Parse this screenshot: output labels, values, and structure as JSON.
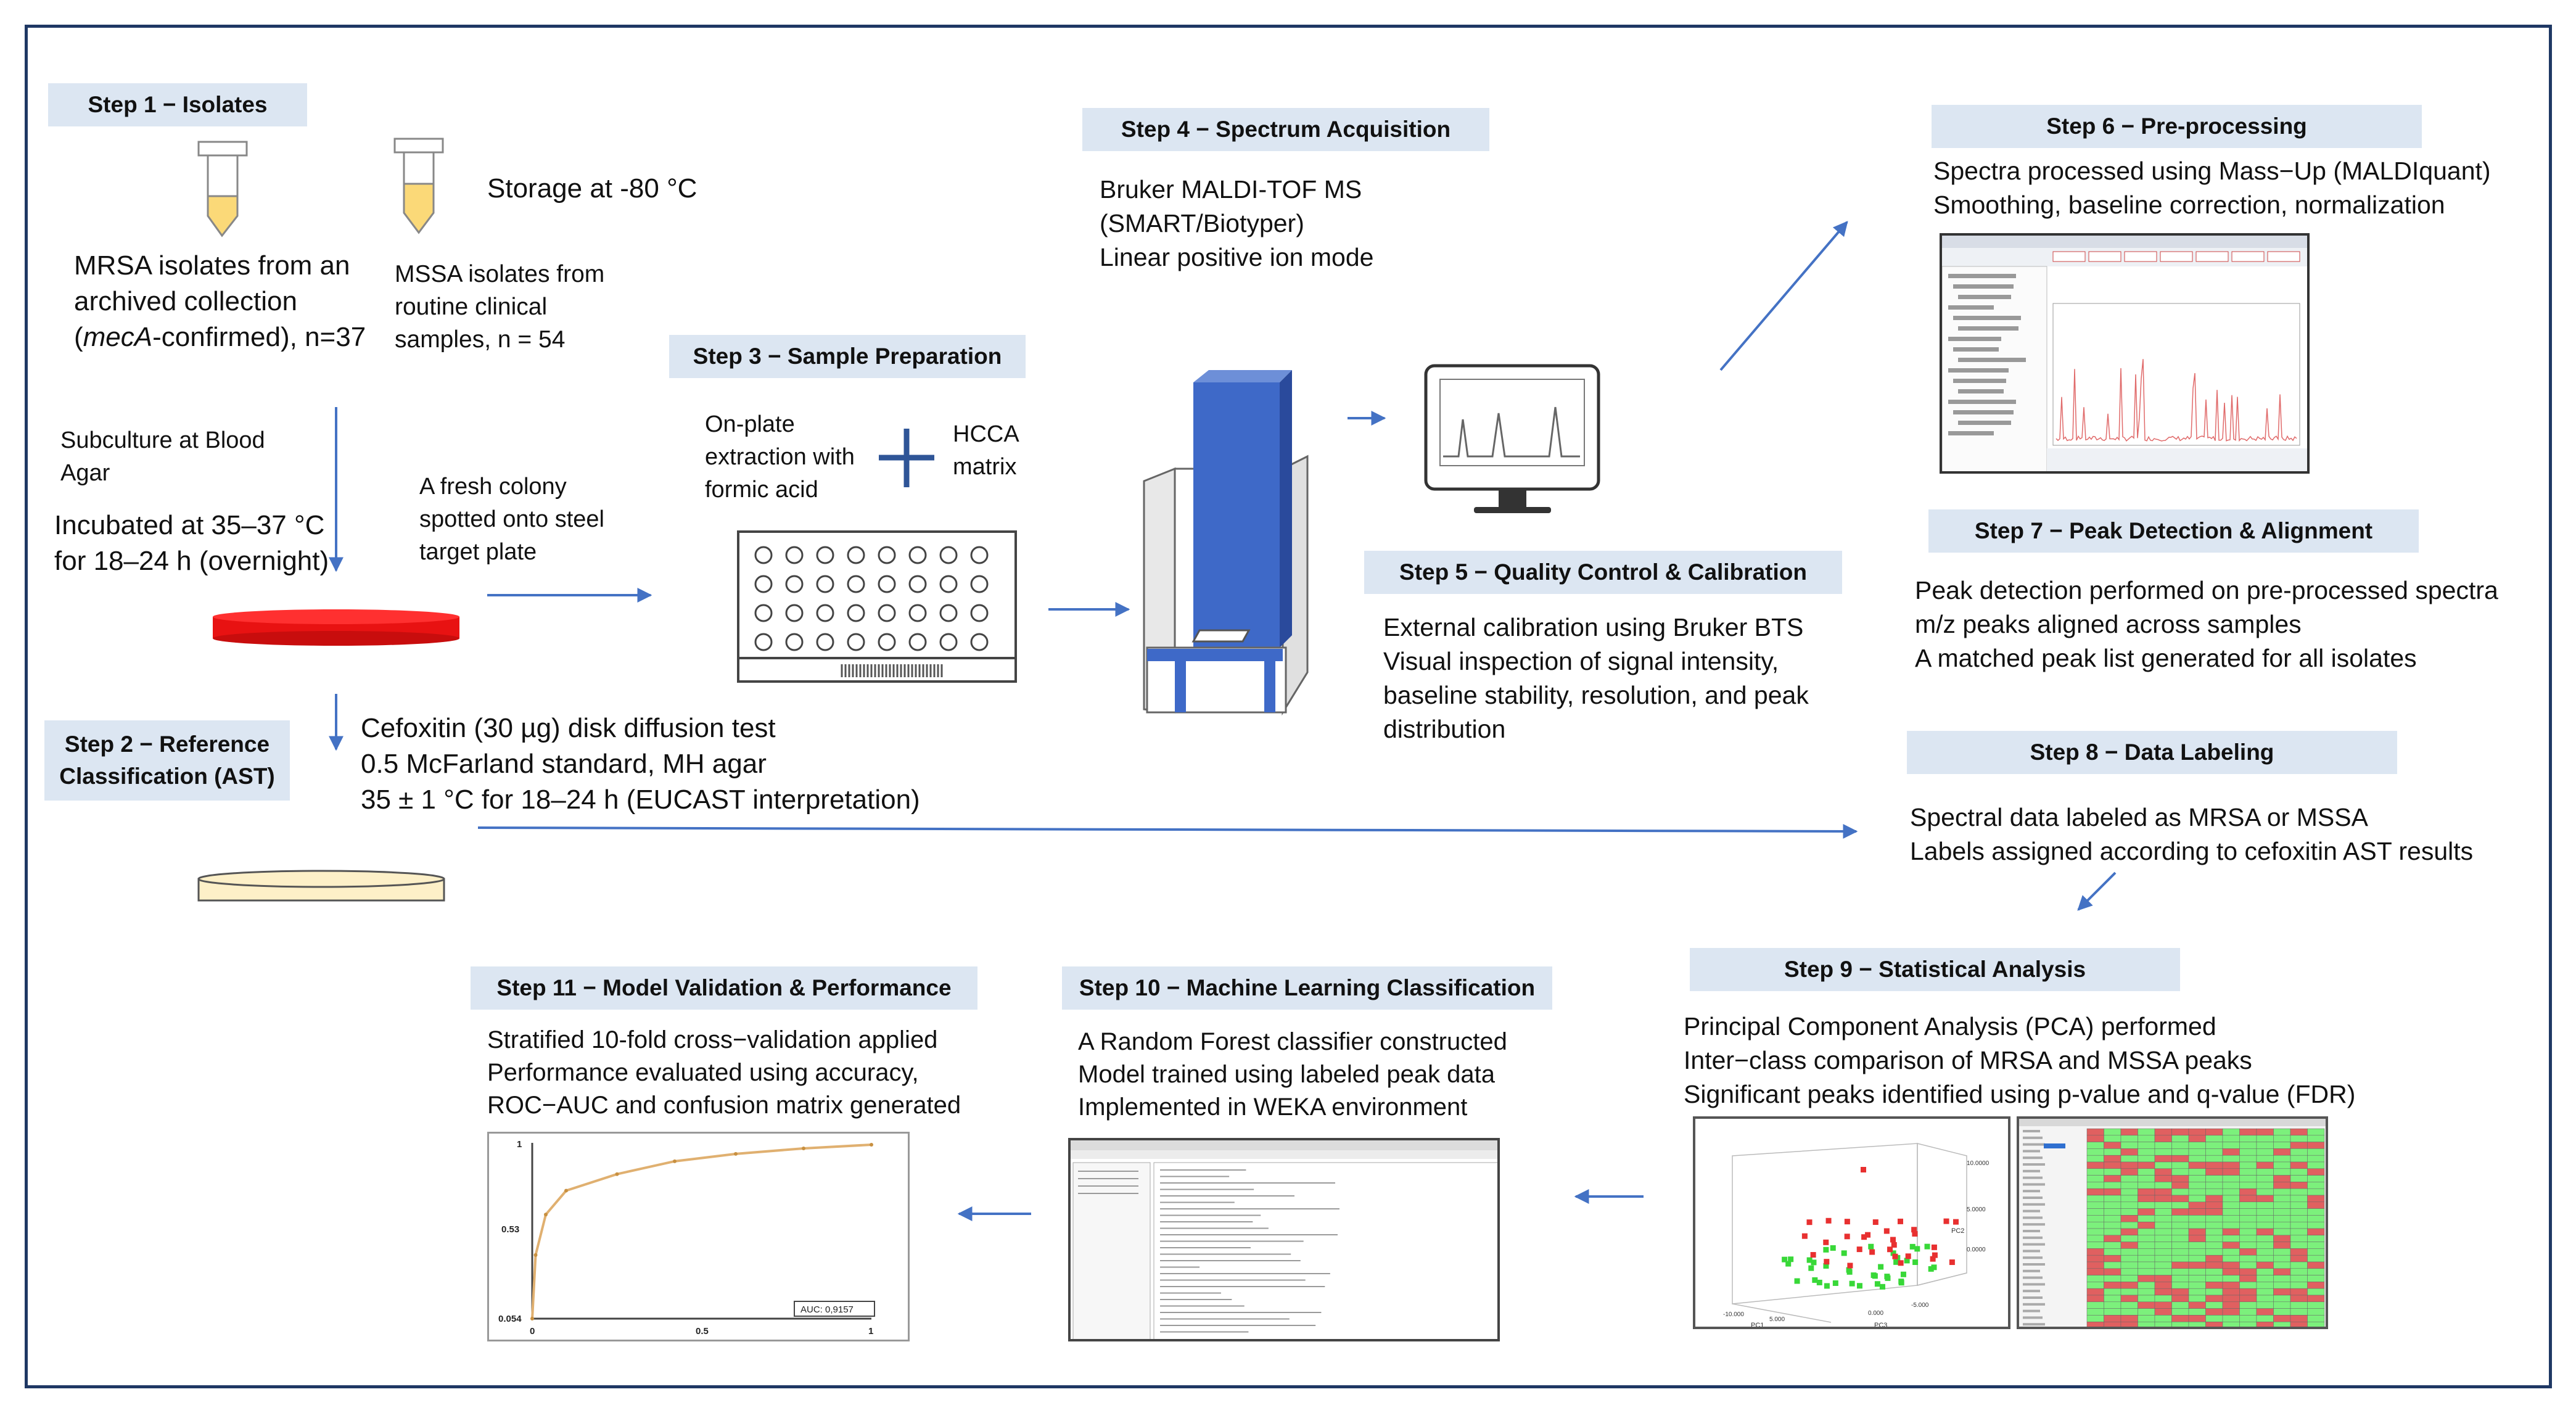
{
  "colors": {
    "header_bg": "#dce6f2",
    "frame": "#1f3864",
    "arrow": "#4472c4",
    "petri_red": "#e81212",
    "petri_cream": "#fdf0c8",
    "tube_fill": "#fbd978",
    "instrument_blue": "#3e69c8",
    "heatmap_green": "#7cf07c",
    "heatmap_red": "#e06060"
  },
  "steps": {
    "s1": {
      "title": "Step 1 − Isolates"
    },
    "s2": {
      "title": "Step 2 − Reference Classification (AST)"
    },
    "s3": {
      "title": "Step 3 − Sample Preparation"
    },
    "s4": {
      "title": "Step 4 − Spectrum Acquisition"
    },
    "s5": {
      "title": "Step 5 − Quality Control & Calibration"
    },
    "s6": {
      "title": "Step 6 − Pre-processing"
    },
    "s7": {
      "title": "Step 7 − Peak Detection & Alignment"
    },
    "s8": {
      "title": "Step 8 − Data Labeling"
    },
    "s9": {
      "title": "Step 9 − Statistical Analysis"
    },
    "s10": {
      "title": "Step 10 − Machine Learning Classification"
    },
    "s11": {
      "title": "Step 11 − Model Validation & Performance"
    }
  },
  "isolates": {
    "storage": "Storage at -80 °C",
    "mrsa_line1": "MRSA isolates from an",
    "mrsa_line2": "archived collection",
    "mrsa_line3_pre": "(",
    "mrsa_line3_gene": "mecA",
    "mrsa_line3_post": "-confirmed), n=37",
    "mssa_line1": "MSSA isolates from",
    "mssa_line2": "routine clinical",
    "mssa_line3": "samples, n = 54"
  },
  "culture": {
    "subculture_line1": "Subculture at Blood",
    "subculture_line2": "Agar",
    "incubation_line1": "Incubated at 35–37 °C",
    "incubation_line2": "for 18–24 h (overnight)",
    "colony_line1": "A fresh colony",
    "colony_line2": "spotted onto steel",
    "colony_line3": "target plate"
  },
  "prep": {
    "extraction_line1": "On-plate",
    "extraction_line2": "extraction with",
    "extraction_line3": "formic acid",
    "plus": "+",
    "matrix_line1": "HCCA",
    "matrix_line2": "matrix"
  },
  "ast": {
    "line1": "Cefoxitin (30 µg) disk diffusion test",
    "line2": "0.5 McFarland standard, MH agar",
    "line3": "35 ± 1 °C for 18–24 h (EUCAST interpretation)"
  },
  "acquisition": {
    "line1": "Bruker MALDI-TOF MS",
    "line2": "(SMART/Biotyper)",
    "line3": "Linear positive ion mode"
  },
  "qc": {
    "line1": "External calibration using Bruker BTS",
    "line2": "Visual inspection of signal intensity,",
    "line3": "baseline stability, resolution, and peak",
    "line4": "distribution"
  },
  "preprocessing": {
    "line1": "Spectra processed using Mass−Up (MALDIquant)",
    "line2": "Smoothing, baseline correction, normalization"
  },
  "peaks": {
    "line1": "Peak detection performed on pre-processed spectra",
    "line2": "m/z peaks aligned across samples",
    "line3": "A matched peak list generated for all isolates"
  },
  "labeling": {
    "line1": "Spectral data labeled as MRSA or MSSA",
    "line2": "Labels assigned according to cefoxitin AST results"
  },
  "stats": {
    "line1": "Principal Component Analysis (PCA) performed",
    "line2": "Inter−class comparison of MRSA and MSSA peaks",
    "line3": "Significant peaks identified using p-value and q-value (FDR)"
  },
  "ml": {
    "line1": "A Random Forest classifier constructed",
    "line2": "Model trained using labeled peak data",
    "line3": "Implemented in WEKA environment"
  },
  "validation": {
    "line1": "Stratified 10-fold cross−validation applied",
    "line2": "Performance evaluated using accuracy,",
    "line3": "ROC−AUC and confusion matrix generated"
  },
  "roc": {
    "auc_label": "AUC: 0,9157",
    "y_ticks": [
      "1",
      "0.53",
      "0.054"
    ],
    "x_ticks": [
      "0",
      "0.5",
      "1"
    ],
    "points": [
      [
        0,
        0.054
      ],
      [
        0.01,
        0.4
      ],
      [
        0.04,
        0.62
      ],
      [
        0.1,
        0.75
      ],
      [
        0.25,
        0.84
      ],
      [
        0.42,
        0.91
      ],
      [
        0.6,
        0.95
      ],
      [
        0.8,
        0.98
      ],
      [
        1,
        1
      ]
    ]
  },
  "pca": {
    "axis_labels": [
      "PC1",
      "PC2",
      "PC3"
    ],
    "tick_labels": [
      "10.0000",
      "5.0000",
      "0.0000",
      "-5.000",
      "0.000",
      "5.000",
      "-10.000"
    ]
  }
}
